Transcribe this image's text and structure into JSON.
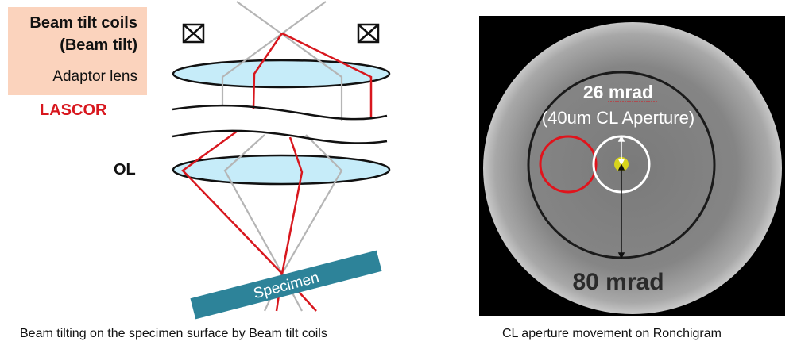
{
  "left_panel": {
    "legend": {
      "coils_line1": "Beam tilt coils",
      "coils_line2": "(Beam tilt)",
      "adaptor": "Adaptor lens"
    },
    "lascor_label": "LASCOR",
    "ol_label": "OL",
    "specimen_label": "Specimen",
    "caption": "Beam tilting on the specimen surface by Beam tilt coils"
  },
  "right_panel": {
    "cl_angle": "26 mrad",
    "cl_aperture": "(40um CL Aperture)",
    "outer_angle": "80 mrad",
    "caption": "CL aperture movement on Ronchigram"
  },
  "colors": {
    "legend_bg": "#fbd3bd",
    "red_ray": "#d8171e",
    "gray_ray": "#b5b5b5",
    "lens_fill": "#c6ecf9",
    "specimen": "#2d8399",
    "aperture_dot": "#d8d41c"
  }
}
